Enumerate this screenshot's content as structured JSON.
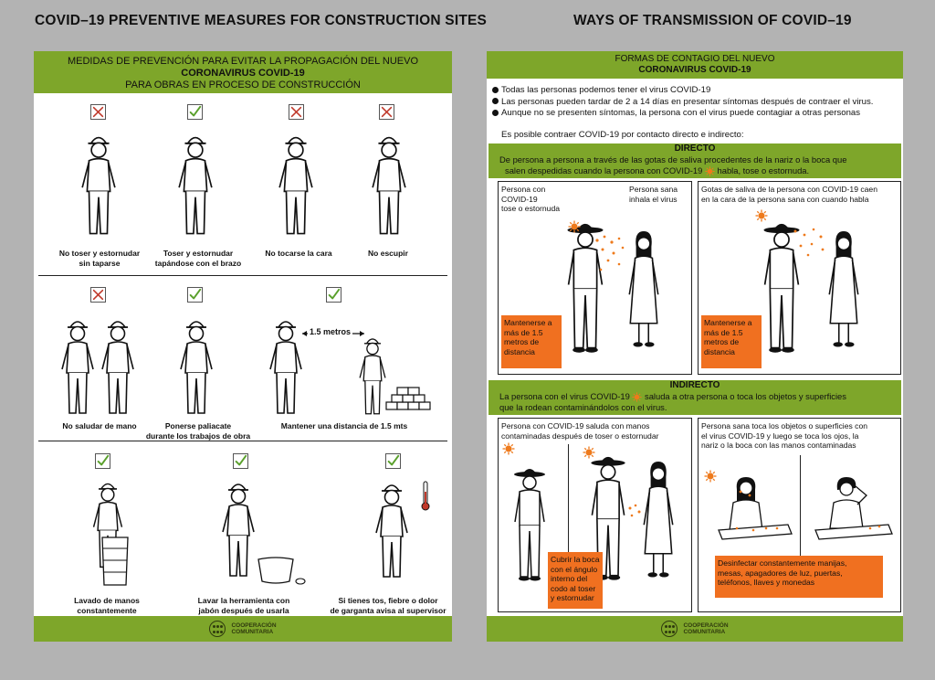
{
  "headings": {
    "left": "COVID–19 PREVENTIVE MEASURES FOR CONSTRUCTION SITES",
    "right": "WAYS OF TRANSMISSION OF COVID–19"
  },
  "left_poster": {
    "header": {
      "line1": "MEDIDAS DE PREVENCIÓN PARA EVITAR LA PROPAGACIÓN DEL NUEVO",
      "line2": "CORONAVIRUS COVID-19",
      "line3": "PARA OBRAS EN PROCESO DE CONSTRUCCIÓN"
    },
    "row1": [
      {
        "status": "no",
        "line1": "No toser y estornudar",
        "line2": "sin taparse"
      },
      {
        "status": "yes",
        "line1": "Toser y estornudar",
        "line2": "tapándose con el brazo"
      },
      {
        "status": "no",
        "line1": "No tocarse la cara",
        "line2": ""
      },
      {
        "status": "no",
        "line1": "No escupir",
        "line2": ""
      }
    ],
    "row2": [
      {
        "status": "no",
        "line1": "No saludar de mano",
        "line2": ""
      },
      {
        "status": "yes",
        "line1": "Ponerse paliacate",
        "line2": "durante los trabajos de obra"
      },
      {
        "status": "yes",
        "line1": "Mantener una distancia de 1.5 mts",
        "line2": ""
      }
    ],
    "distance_label": "1.5 metros",
    "row3": [
      {
        "status": "yes",
        "line1": "Lavado de manos",
        "line2": "constantemente"
      },
      {
        "status": "yes",
        "line1": "Lavar la herramienta con",
        "line2": "jabón después de usarla"
      },
      {
        "status": "yes",
        "line1": "Si tienes tos, fiebre o dolor",
        "line2": "de garganta avisa al supervisor"
      }
    ],
    "footer": {
      "line1": "COOPERACIÓN",
      "line2": "COMUNITARIA"
    }
  },
  "right_poster": {
    "header": {
      "line1": "FORMAS DE CONTAGIO DEL NUEVO",
      "line2": "CORONAVIRUS COVID-19"
    },
    "bullets": [
      "Todas las personas podemos tener el virus COVID-19",
      "Las personas pueden tardar de 2 a 14 días en presentar síntomas después de contraer el virus.",
      "Aunque no se presenten síntomas, la persona con el virus puede contagiar a otras personas"
    ],
    "intro": "Es posible contraer COVID-19 por contacto directo e indirecto:",
    "direct": {
      "title": "DIRECTO",
      "text1": "De persona a persona a través de las gotas de saliva procedentes de la nariz o la boca que",
      "text2a": "salen despedidas cuando la persona con COVID-19",
      "text2b": "habla, tose o estornuda.",
      "panel1": {
        "label_left": [
          "Persona con",
          "COVID-19",
          "tose o estornuda"
        ],
        "label_right": [
          "Persona sana",
          "inhala el virus"
        ],
        "note": [
          "Mantenerse a",
          "más de 1.5",
          "metros de",
          "distancia"
        ]
      },
      "panel2": {
        "label": [
          "Gotas de saliva de la persona con COVID-19 caen",
          "en la cara de la persona sana con cuando habla"
        ],
        "note": [
          "Mantenerse a",
          "más de 1.5",
          "metros de",
          "distancia"
        ]
      }
    },
    "indirect": {
      "title": "INDIRECTO",
      "text1a": "La persona con el virus COVID-19",
      "text1b": "saluda a otra persona o toca los objetos y superficies",
      "text2": "que la rodean contaminándolos con el virus.",
      "panel1": {
        "label": [
          "Persona con COVID-19 saluda con manos",
          "contaminadas después de toser o estornudar"
        ],
        "note": [
          "Cubrir la boca",
          "con el ángulo",
          "interno del",
          "codo al toser",
          "y estornudar"
        ]
      },
      "panel2": {
        "label": [
          "Persona sana toca los objetos o superficies con",
          "el virus COVID-19 y luego se toca los ojos, la",
          "nariz o la boca con las manos contaminadas"
        ],
        "note": [
          "Desinfectar constantemente manijas,",
          "mesas, apagadores de luz, puertas,",
          "teléfonos, llaves y monedas"
        ]
      }
    },
    "footer": {
      "line1": "COOPERACIÓN",
      "line2": "COMUNITARIA"
    }
  },
  "colors": {
    "band_green": "#7ea62a",
    "orange": "#f07020",
    "check_green": "#5aa02c",
    "cross_red": "#c0392b"
  }
}
